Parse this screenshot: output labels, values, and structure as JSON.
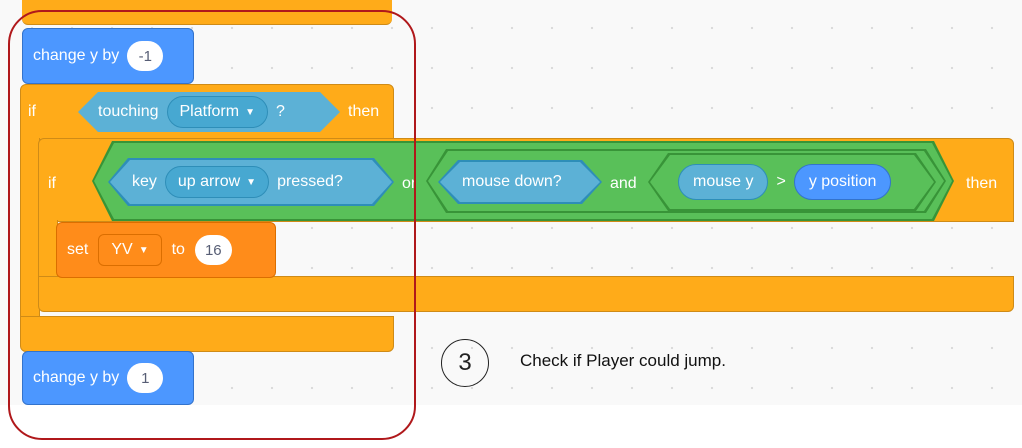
{
  "blocks": {
    "change_y_top": {
      "label": "change y by",
      "value": "-1"
    },
    "if_outer": {
      "if": "if",
      "touching": "touching",
      "target": "Platform",
      "question": "?",
      "then": "then"
    },
    "if_inner": {
      "if": "if",
      "key": "key",
      "key_name": "up arrow",
      "pressed": "pressed?",
      "or": "or",
      "mouse_down": "mouse down?",
      "and": "and",
      "mouse_y": "mouse y",
      "gt": ">",
      "y_position": "y position",
      "then": "then"
    },
    "set_var": {
      "set": "set",
      "variable": "YV",
      "to": "to",
      "value": "16"
    },
    "change_y_bottom": {
      "label": "change y by",
      "value": "1"
    }
  },
  "annotation": {
    "step": "3",
    "note": "Check if Player could jump."
  },
  "colors": {
    "motion": "#4c97ff",
    "control": "#ffab19",
    "sensing": "#5cb1d6",
    "operators": "#59c059",
    "variables": "#ff8c1a",
    "highlight_circle": "#b0181b"
  }
}
